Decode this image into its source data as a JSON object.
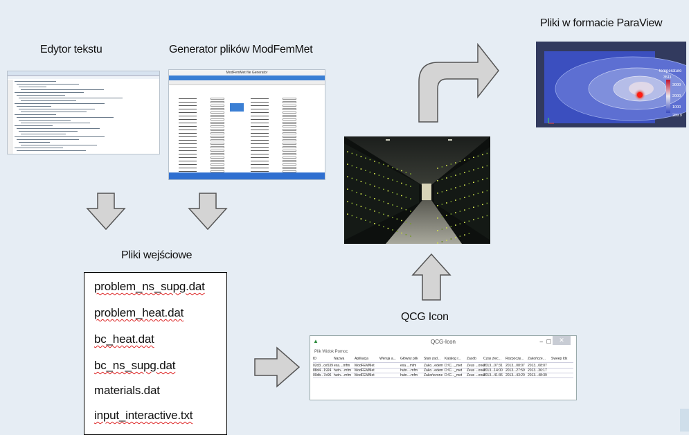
{
  "labels": {
    "text_editor": "Edytor tekstu",
    "generator": "Generator plików ModFemMet",
    "paraview": "Pliki w formacie ParaView",
    "input_files": "Pliki wejściowe",
    "qcg_icon": "QCG Icon"
  },
  "files": [
    "problem_ns_supg.dat",
    "problem_heat.dat",
    "bc_heat.dat",
    "bc_ns_supg.dat",
    "materials.dat",
    "input_interactive.txt"
  ],
  "generator_window": {
    "title": "ModFemMet file Generator"
  },
  "paraview_view": {
    "legend_title": "temperature",
    "ticks": [
      "3511",
      "3000",
      "2000",
      "1000",
      "289.9"
    ]
  },
  "qcg_window": {
    "title": "QCG-Icon",
    "menu": "Plik  Widok  Pomoc",
    "controls": {
      "minimize": "–",
      "maximize": "☐",
      "close": "✕"
    },
    "columns": [
      "ID",
      "Nazwa",
      "Aplikacja",
      "Wersja a...",
      "Główny plik",
      "Stan zad...",
      "Katalog r...",
      "Zasób",
      "Czas zlec...",
      "Rozpoczę...",
      "Zakończe...",
      "Sweep Idx"
    ],
    "rows": [
      [
        "02d3...ce539",
        "exa....mfm",
        "ModFEMMet",
        "",
        "exa....mfm",
        "Zako...edem",
        "D:\\C..._met",
        "Zeus ...onet",
        "2013...07:31",
        "2013...08:07",
        "2013...08:07",
        ""
      ],
      [
        "88d4...1924",
        "hutn....mfm",
        "ModFEMMet",
        "",
        "hutn....mfm",
        "Zako...edem",
        "D:\\C..._met",
        "Zeus ...onet",
        "2013...14:00",
        "2013...27:59",
        "2013...36:17",
        ""
      ],
      [
        "00db...7e96",
        "hutn....mfm",
        "ModFEMMet",
        "",
        "hutn....mfm",
        "Zakończone",
        "D:\\C..._met",
        "Zeus ...onet",
        "2013...41:36",
        "2013...43:20",
        "2013...48:39",
        ""
      ]
    ]
  },
  "colors": {
    "background": "#e6edf4",
    "arrow_fill": "#d4d4d4",
    "arrow_stroke": "#555555",
    "generator_accent": "#3b7fd4"
  },
  "icons": [
    "arrow-down",
    "arrow-right",
    "arrow-up",
    "bent-arrow-up-right"
  ]
}
